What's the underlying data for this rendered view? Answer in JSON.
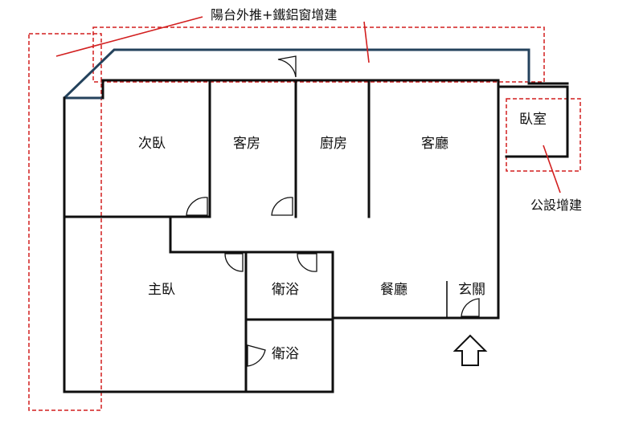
{
  "annotations": {
    "balcony_extension": "陽台外推+鐵鋁窗增建",
    "common_area_extension": "公設增建"
  },
  "rooms": {
    "second_bedroom": "次臥",
    "guest_room": "客房",
    "kitchen": "廚房",
    "living_room": "客廳",
    "bedroom": "臥室",
    "master_bedroom": "主臥",
    "bathroom_1": "衛浴",
    "bathroom_2": "衛浴",
    "dining_room": "餐廳",
    "entrance": "玄關"
  },
  "colors": {
    "wall": "#0f0f0f",
    "exterior_wall": "#24425c",
    "annotation": "#d21f1f"
  },
  "icons": {
    "entry_arrow": "up-arrow-icon"
  }
}
